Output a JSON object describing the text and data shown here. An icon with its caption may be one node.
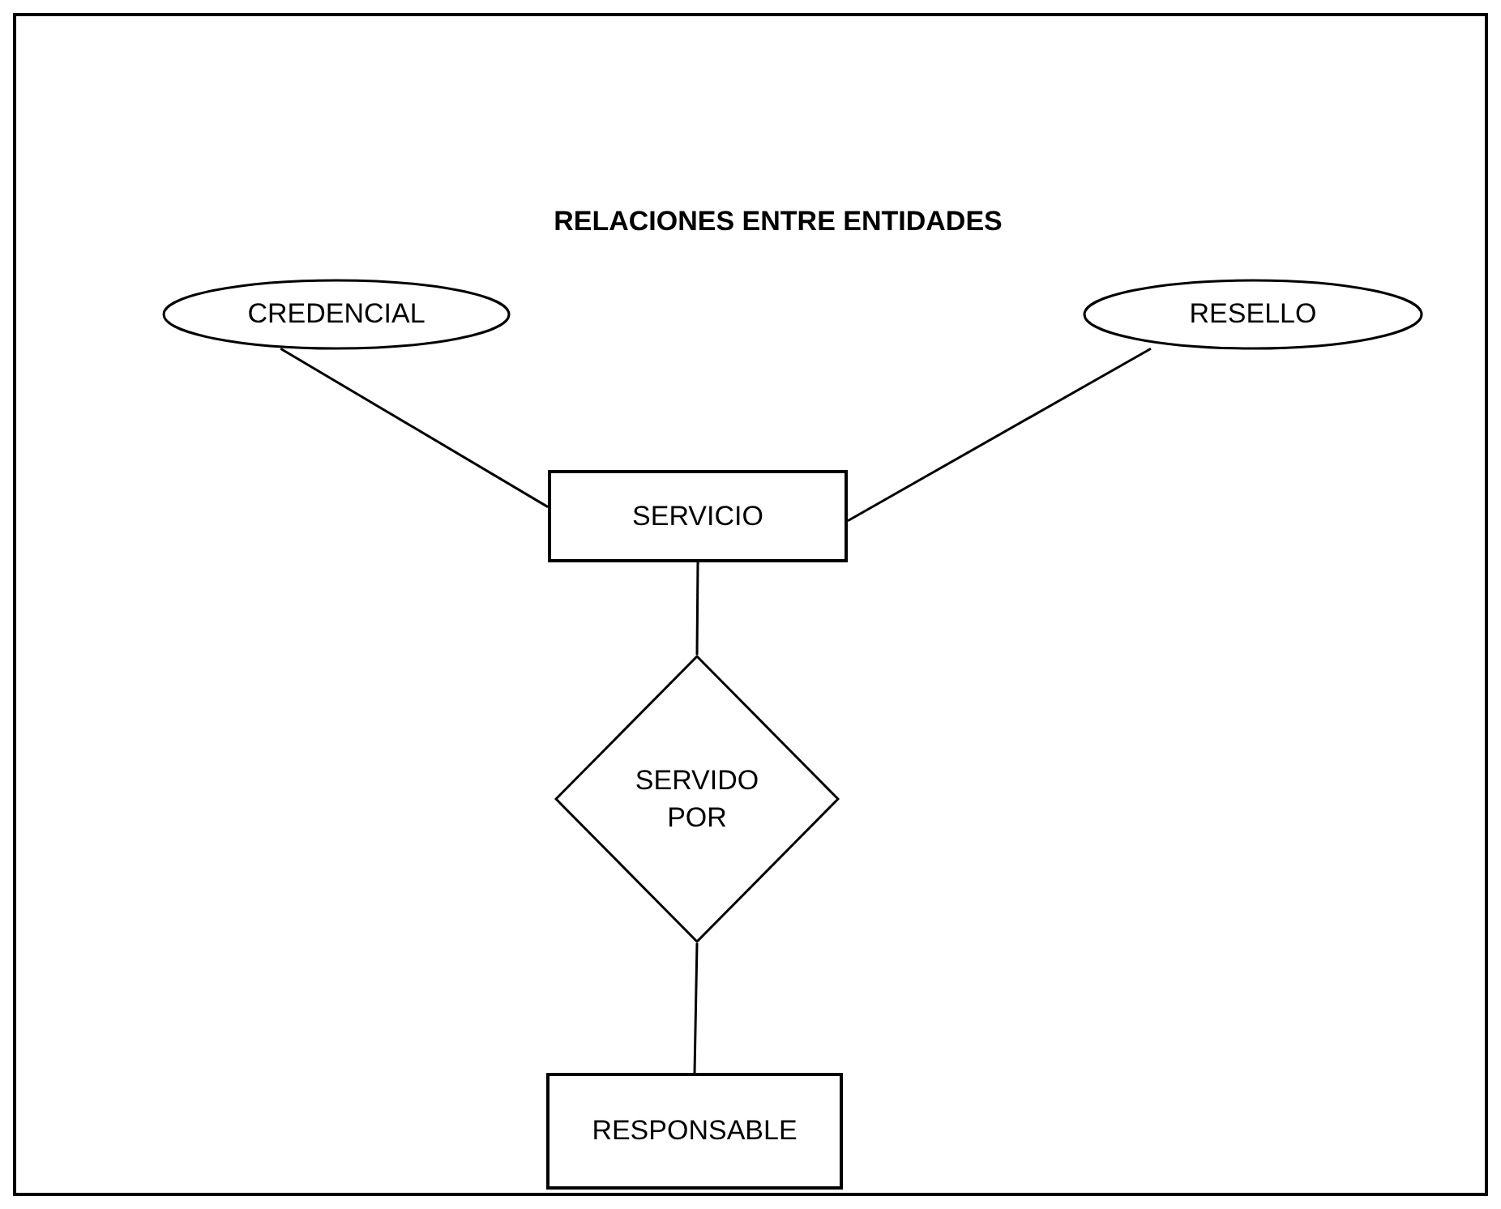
{
  "diagram": {
    "title": "RELACIONES ENTRE ENTIDADES",
    "nodes": [
      {
        "text": [
          "CREDENCIAL"
        ]
      },
      {
        "text": [
          "RESELLO"
        ]
      },
      {
        "text": [
          "SERVICIO"
        ]
      },
      {
        "text": [
          "SERVIDO POR"
        ]
      },
      {
        "text": [
          "RESPONSABLE"
        ]
      }
    ],
    "edges": [
      {
        "from": 0,
        "to": 2,
        "arrow": "none"
      },
      {
        "from": 1,
        "to": 2,
        "arrow": "none"
      },
      {
        "from": 2,
        "to": 3,
        "arrow": "none"
      },
      {
        "from": 3,
        "to": 4,
        "arrow": "none"
      }
    ]
  }
}
